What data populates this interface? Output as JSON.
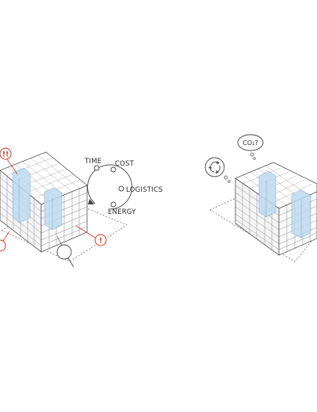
{
  "diagram": {
    "cycle_labels": {
      "time": "TIME",
      "cost": "COST",
      "logistics": "LOGISTICS",
      "energy": "ENERGY"
    },
    "warnings": {
      "double": "!!",
      "single": "!"
    },
    "thought_bubble": "CO₂?",
    "colors": {
      "line": "#555555",
      "warning": "#d23a1f",
      "highlight": "#bcd9ee"
    }
  }
}
